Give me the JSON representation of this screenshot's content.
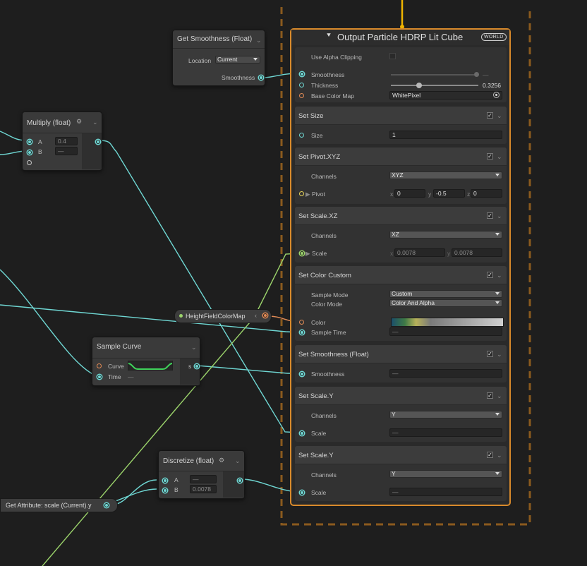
{
  "get_smoothness": {
    "title": "Get Smoothness (Float)",
    "location_label": "Location",
    "location_value": "Current",
    "output_label": "Smoothness"
  },
  "multiply": {
    "title": "Multiply (float)",
    "a_label": "A",
    "a_value": "0.4",
    "b_label": "B",
    "b_value": "—"
  },
  "sample_curve": {
    "title": "Sample Curve",
    "curve_label": "Curve",
    "time_label": "Time",
    "time_value": "—",
    "output_label": "s"
  },
  "heightfield": {
    "label": "HeightFieldColorMap"
  },
  "discretize": {
    "title": "Discretize (float)",
    "a_label": "A",
    "a_value": "—",
    "b_label": "B",
    "b_value": "0.0078"
  },
  "get_attribute": {
    "label": "Get Attribute: scale (Current).y"
  },
  "output": {
    "title": "Output Particle HDRP Lit Cube",
    "badge": "WORLD",
    "use_alpha_label": "Use Alpha Clipping",
    "smoothness_label": "Smoothness",
    "smoothness_value": "—",
    "thickness_label": "Thickness",
    "thickness_value": "0.3256",
    "thickness_fraction": 0.3256,
    "base_color_label": "Base Color Map",
    "base_color_value": "WhitePixel"
  },
  "blocks": {
    "set_size": {
      "title": "Set Size",
      "size_label": "Size",
      "size_value": "1"
    },
    "set_pivot": {
      "title": "Set Pivot.XYZ",
      "channels_label": "Channels",
      "channels_value": "XYZ",
      "pivot_label": "Pivot",
      "x_label": "x",
      "x_value": "0",
      "y_label": "y",
      "y_value": "-0.5",
      "z_label": "z",
      "z_value": "0"
    },
    "set_scale_xz": {
      "title": "Set Scale.XZ",
      "channels_label": "Channels",
      "channels_value": "XZ",
      "scale_label": "Scale",
      "x_label": "x",
      "x_value": "0.0078",
      "y_label": "y",
      "y_value": "0.0078"
    },
    "set_color": {
      "title": "Set Color Custom",
      "sample_mode_label": "Sample Mode",
      "sample_mode_value": "Custom",
      "color_mode_label": "Color Mode",
      "color_mode_value": "Color And Alpha",
      "color_label": "Color",
      "sample_time_label": "Sample Time",
      "sample_time_value": "—"
    },
    "set_smoothness": {
      "title": "Set Smoothness  (Float)",
      "smoothness_label": "Smoothness",
      "smoothness_value": "—"
    },
    "set_scale_y1": {
      "title": "Set Scale.Y",
      "channels_label": "Channels",
      "channels_value": "Y",
      "scale_label": "Scale",
      "scale_value": "—"
    },
    "set_scale_y2": {
      "title": "Set Scale.Y",
      "channels_label": "Channels",
      "channels_value": "Y",
      "scale_label": "Scale",
      "scale_value": "—"
    }
  },
  "colors": {
    "wire_float": "#6fd7d3",
    "wire_vector2": "#9bd36b",
    "wire_flow": "#f0b400",
    "context_border": "#d98a2b",
    "group_dash": "#8a5a1e",
    "gradient": [
      "#1b4f6b",
      "#3f7a46",
      "#b7b15a",
      "#7a7a7a",
      "#d0d0d0"
    ]
  }
}
